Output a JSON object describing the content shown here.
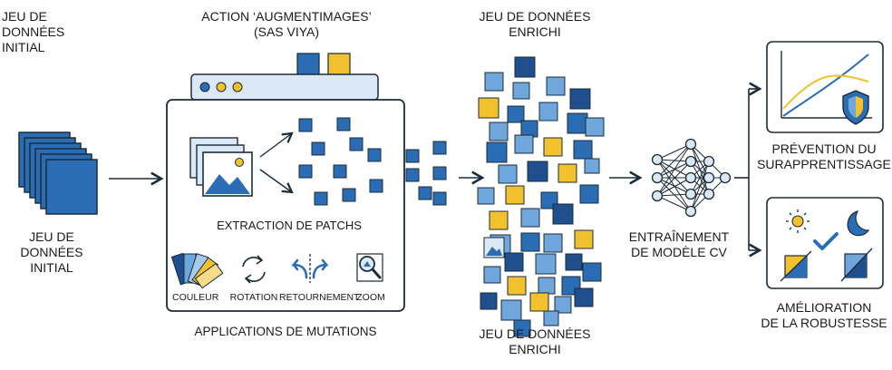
{
  "top": {
    "input_title": "JEU DE DONNÉES\nINITIAL",
    "action_title": "ACTION ‘AUGMENTIMAGES’\n(SAS VIYA)",
    "output_title": "JEU DE DONNÉES\nENRICHI"
  },
  "input_label": "JEU DE DONNÉES\nINITIAL",
  "patch_label": "EXTRACTION DE PATCHS",
  "mutations": [
    {
      "label": "COULEUR",
      "icon": "color-palette-icon"
    },
    {
      "label": "ROTATION",
      "icon": "rotation-icon"
    },
    {
      "label": "RETOURNEMENT",
      "icon": "flip-icon"
    },
    {
      "label": "ZOOM",
      "icon": "zoom-icon"
    }
  ],
  "mutations_label": "APPLICATIONS DE MUTATIONS",
  "output_label": "JEU DE DONNÉES\nENRICHI",
  "training_label": "ENTRAÎNEMENT\nDE MODÈLE CV",
  "result1_label": "PRÉVENTION DU\nSURAPPRENTISSAGE",
  "result2_label": "AMÉLIORATION\nDE LA ROBUSTESSE",
  "colors": {
    "blue": "#2a6db4",
    "dark_blue": "#1f4f8c",
    "light_blue": "#6fa7dc",
    "yellow": "#f2c12e",
    "outline": "#1c2b3a"
  }
}
